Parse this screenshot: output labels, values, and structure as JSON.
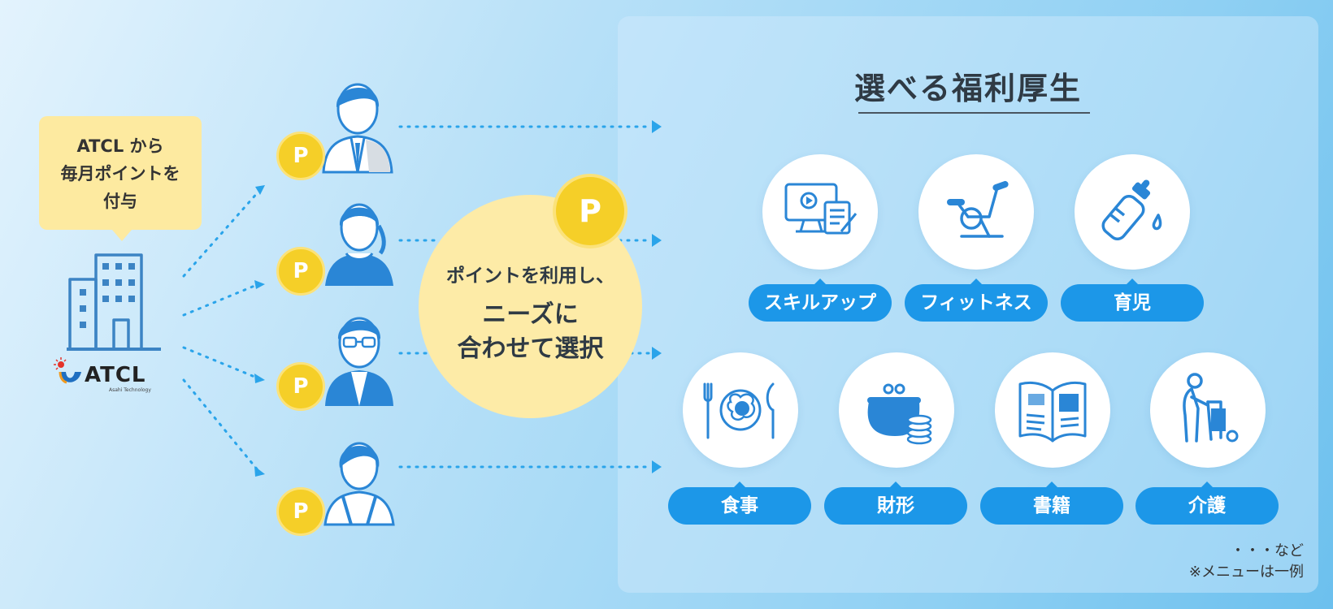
{
  "bubble": {
    "line1": "ATCL から",
    "line2": "毎月ポイントを",
    "line3": "付与"
  },
  "logo": {
    "name": "ATCL",
    "sub": "Asahi Technology"
  },
  "coin_letter": "P",
  "center": {
    "line1": "ポイントを利用し、",
    "line2": "ニーズに",
    "line3": "合わせて選択"
  },
  "panel": {
    "title": "選べる福利厚生",
    "items": [
      {
        "label": "スキルアップ",
        "icon": "elearning-monitor-icon"
      },
      {
        "label": "フィットネス",
        "icon": "exercise-bike-icon"
      },
      {
        "label": "育児",
        "icon": "baby-bottle-icon"
      },
      {
        "label": "食事",
        "icon": "meal-plate-icon"
      },
      {
        "label": "財形",
        "icon": "coin-purse-icon"
      },
      {
        "label": "書籍",
        "icon": "open-book-icon"
      },
      {
        "label": "介護",
        "icon": "elderly-walker-icon"
      }
    ],
    "note1": "・・・など",
    "note2": "※メニューは一例"
  },
  "colors": {
    "accent_blue": "#1c97e8",
    "coin_yellow": "#f5cf28",
    "bubble_yellow": "#fdeaa0"
  }
}
